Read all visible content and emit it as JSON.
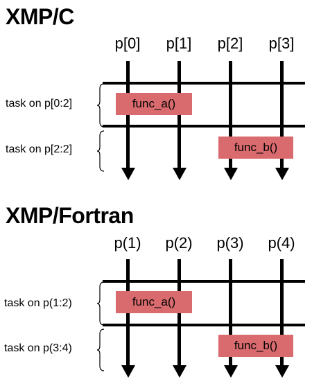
{
  "sections": [
    {
      "title": "XMP/C",
      "processors": [
        "p[0]",
        "p[1]",
        "p[2]",
        "p[3]"
      ],
      "tasks": [
        {
          "label": "task on p[0:2]",
          "func": "func_a()"
        },
        {
          "label": "task on p[2:2]",
          "func": "func_b()"
        }
      ]
    },
    {
      "title": "XMP/Fortran",
      "processors": [
        "p(1)",
        "p(2)",
        "p(3)",
        "p(4)"
      ],
      "tasks": [
        {
          "label": "task on p(1:2)",
          "func": "func_a()"
        },
        {
          "label": "task on p(3:4)",
          "func": "func_b()"
        }
      ]
    }
  ],
  "colors": {
    "func_box": "#d96b6e",
    "lines": "#000000"
  }
}
